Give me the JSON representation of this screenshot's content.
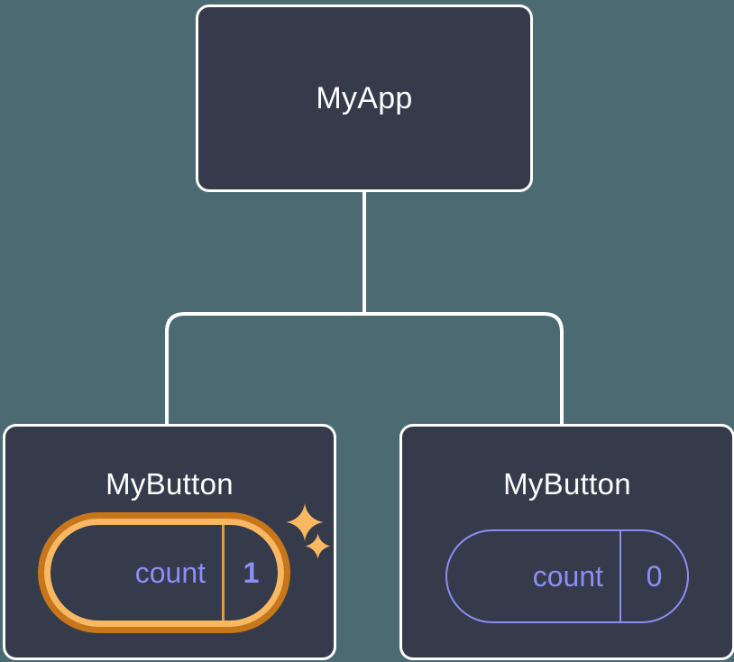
{
  "diagram": {
    "type": "component-tree",
    "background_color": "#4c6a72",
    "node_fill": "#353b4a",
    "node_border": "#ffffff",
    "connector_color": "#ffffff",
    "accent_highlight": "#f9b861",
    "accent_highlight_outer": "#c8761a",
    "state_text_color": "#8b8ef5"
  },
  "root": {
    "title": "MyApp"
  },
  "children": [
    {
      "title": "MyButton",
      "highlighted": true,
      "state": {
        "key": "count",
        "value": "1"
      },
      "sparkles": [
        "sparkle-large",
        "sparkle-small"
      ]
    },
    {
      "title": "MyButton",
      "highlighted": false,
      "state": {
        "key": "count",
        "value": "0"
      }
    }
  ]
}
